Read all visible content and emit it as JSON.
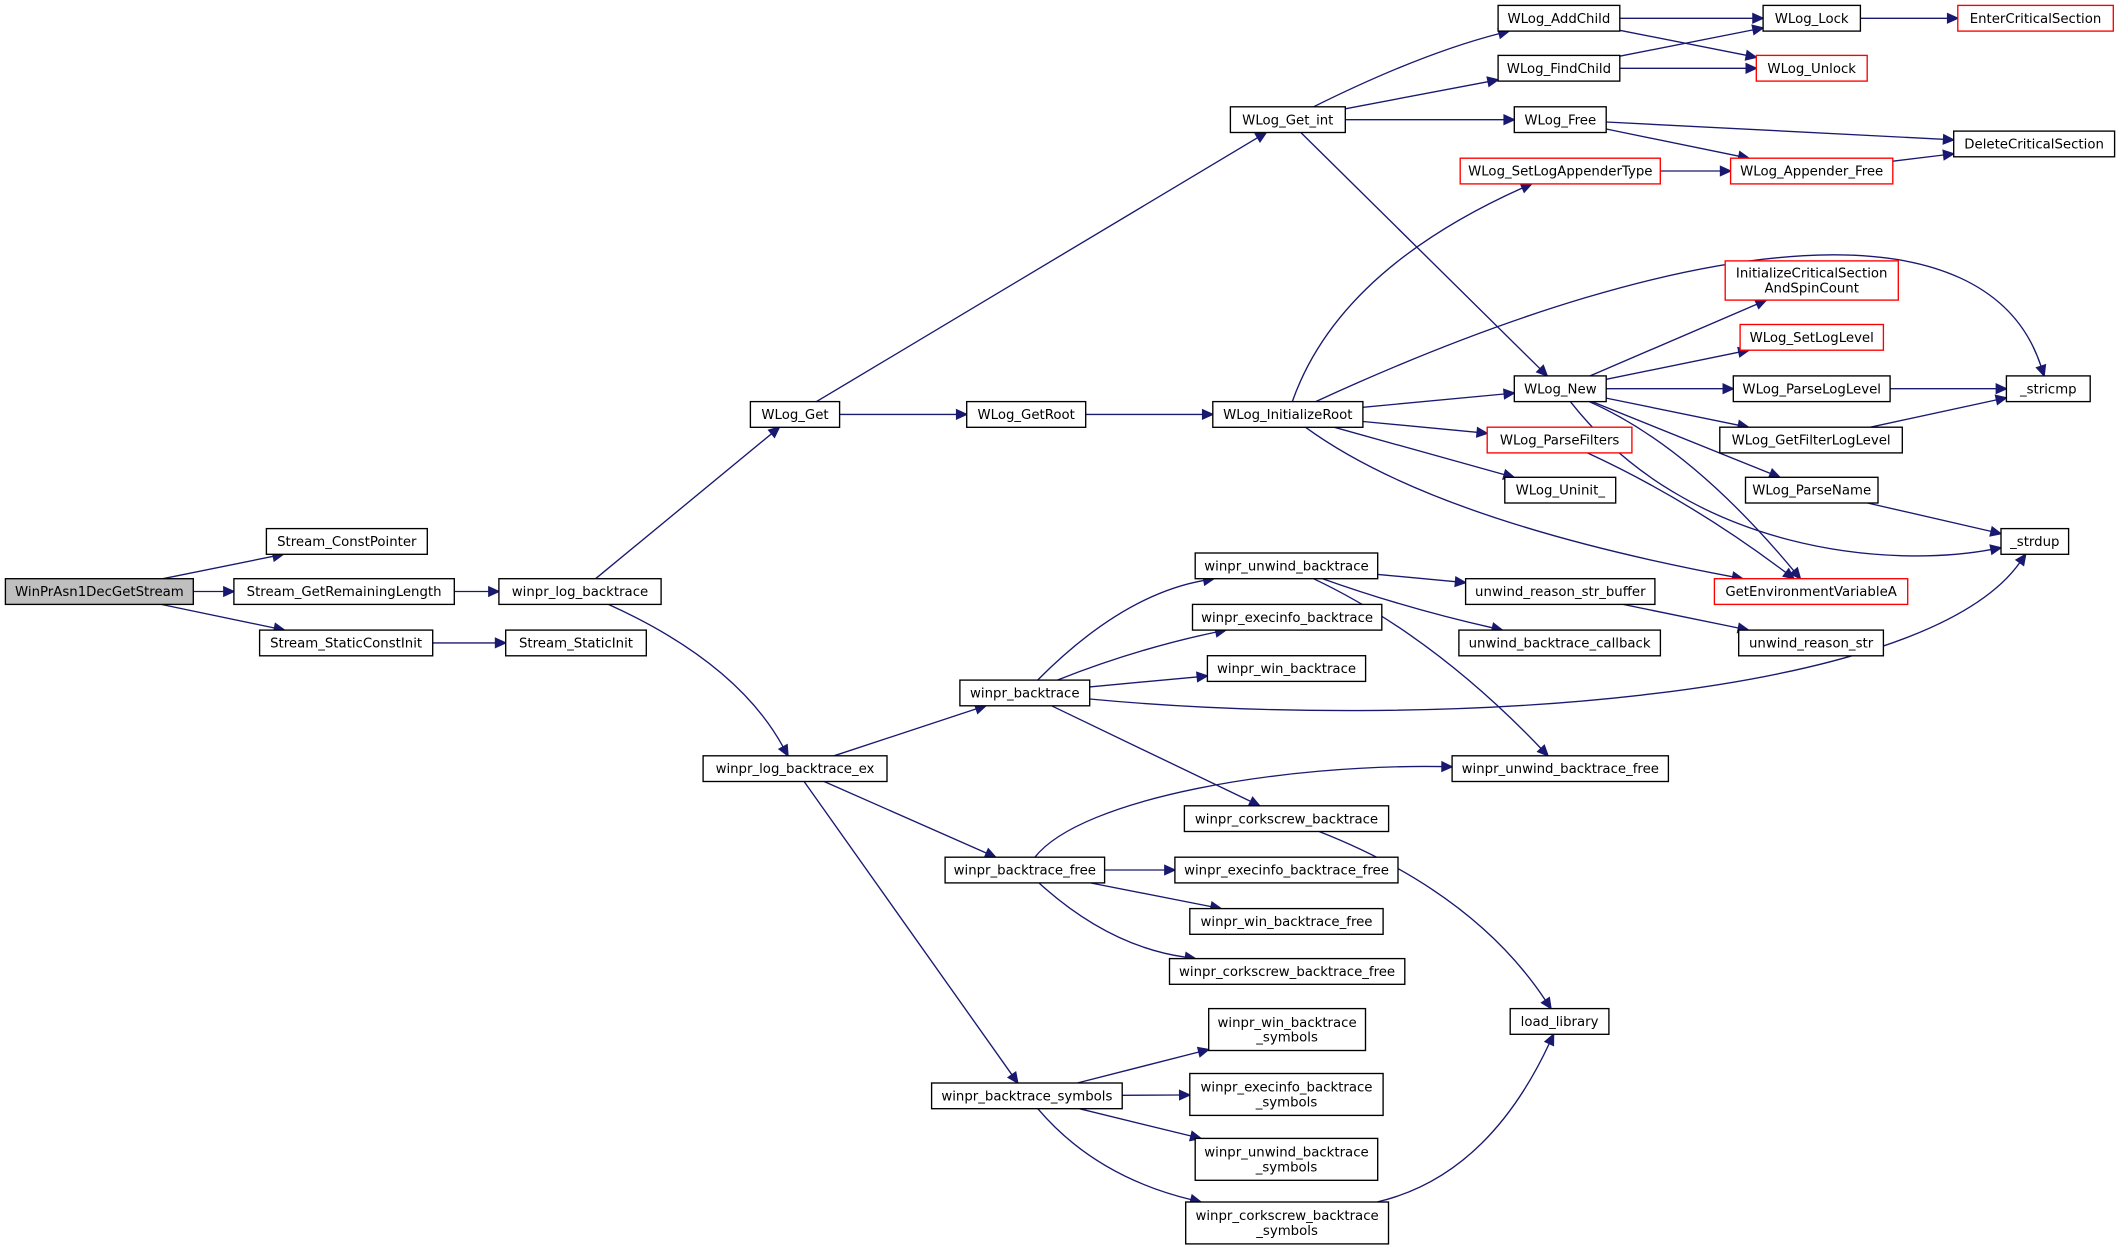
{
  "colors": {
    "edge": "#191970",
    "node_border": "#000000",
    "node_border_external": "#ff0000",
    "node_fill": "#ffffff",
    "root_fill": "#bfbfbf",
    "text": "#000000"
  },
  "nodes": [
    {
      "id": "n_root",
      "lines": [
        "WinPrAsn1DecGetStream"
      ],
      "style": "root"
    },
    {
      "id": "n_scp",
      "lines": [
        "Stream_ConstPointer"
      ],
      "style": "normal"
    },
    {
      "id": "n_sgrl",
      "lines": [
        "Stream_GetRemainingLength"
      ],
      "style": "normal"
    },
    {
      "id": "n_ssci",
      "lines": [
        "Stream_StaticConstInit"
      ],
      "style": "normal"
    },
    {
      "id": "n_ssi",
      "lines": [
        "Stream_StaticInit"
      ],
      "style": "normal"
    },
    {
      "id": "n_wlb",
      "lines": [
        "winpr_log_backtrace"
      ],
      "style": "normal"
    },
    {
      "id": "n_wlbe",
      "lines": [
        "winpr_log_backtrace_ex"
      ],
      "style": "normal"
    },
    {
      "id": "n_wlget",
      "lines": [
        "WLog_Get"
      ],
      "style": "normal"
    },
    {
      "id": "n_wlgetroot",
      "lines": [
        "WLog_GetRoot"
      ],
      "style": "normal"
    },
    {
      "id": "n_wlgetint",
      "lines": [
        "WLog_Get_int"
      ],
      "style": "normal"
    },
    {
      "id": "n_wlinitroot",
      "lines": [
        "WLog_InitializeRoot"
      ],
      "style": "normal"
    },
    {
      "id": "n_addchild",
      "lines": [
        "WLog_AddChild"
      ],
      "style": "normal"
    },
    {
      "id": "n_findchild",
      "lines": [
        "WLog_FindChild"
      ],
      "style": "normal"
    },
    {
      "id": "n_wfree",
      "lines": [
        "WLog_Free"
      ],
      "style": "normal"
    },
    {
      "id": "n_setapp",
      "lines": [
        "WLog_SetLogAppenderType"
      ],
      "style": "external"
    },
    {
      "id": "n_lock",
      "lines": [
        "WLog_Lock"
      ],
      "style": "normal"
    },
    {
      "id": "n_unlock",
      "lines": [
        "WLog_Unlock"
      ],
      "style": "external"
    },
    {
      "id": "n_entercs",
      "lines": [
        "EnterCriticalSection"
      ],
      "style": "external"
    },
    {
      "id": "n_appfree",
      "lines": [
        "WLog_Appender_Free"
      ],
      "style": "external"
    },
    {
      "id": "n_delcs",
      "lines": [
        "DeleteCriticalSection"
      ],
      "style": "normal"
    },
    {
      "id": "n_initcs",
      "lines": [
        "InitializeCriticalSection",
        "AndSpinCount"
      ],
      "style": "external"
    },
    {
      "id": "n_setlevel",
      "lines": [
        "WLog_SetLogLevel"
      ],
      "style": "external"
    },
    {
      "id": "n_wnew",
      "lines": [
        "WLog_New"
      ],
      "style": "normal"
    },
    {
      "id": "n_parselevel",
      "lines": [
        "WLog_ParseLogLevel"
      ],
      "style": "normal"
    },
    {
      "id": "n_filterlevel",
      "lines": [
        "WLog_GetFilterLogLevel"
      ],
      "style": "normal"
    },
    {
      "id": "n_stricmp",
      "lines": [
        "_stricmp"
      ],
      "style": "normal"
    },
    {
      "id": "n_parsefilters",
      "lines": [
        "WLog_ParseFilters"
      ],
      "style": "external"
    },
    {
      "id": "n_uninit",
      "lines": [
        "WLog_Uninit_"
      ],
      "style": "normal"
    },
    {
      "id": "n_parsename",
      "lines": [
        "WLog_ParseName"
      ],
      "style": "normal"
    },
    {
      "id": "n_strdup",
      "lines": [
        "_strdup"
      ],
      "style": "normal"
    },
    {
      "id": "n_getenv",
      "lines": [
        "GetEnvironmentVariableA"
      ],
      "style": "external"
    },
    {
      "id": "n_unwind",
      "lines": [
        "winpr_unwind_backtrace"
      ],
      "style": "normal"
    },
    {
      "id": "n_urbuf",
      "lines": [
        "unwind_reason_str_buffer"
      ],
      "style": "normal"
    },
    {
      "id": "n_ubcb",
      "lines": [
        "unwind_backtrace_callback"
      ],
      "style": "normal"
    },
    {
      "id": "n_urstr",
      "lines": [
        "unwind_reason_str"
      ],
      "style": "normal"
    },
    {
      "id": "n_execinfo",
      "lines": [
        "winpr_execinfo_backtrace"
      ],
      "style": "normal"
    },
    {
      "id": "n_winbt",
      "lines": [
        "winpr_win_backtrace"
      ],
      "style": "normal"
    },
    {
      "id": "n_backtrace",
      "lines": [
        "winpr_backtrace"
      ],
      "style": "normal"
    },
    {
      "id": "n_unwindfree",
      "lines": [
        "winpr_unwind_backtrace_free"
      ],
      "style": "normal"
    },
    {
      "id": "n_corkscrew",
      "lines": [
        "winpr_corkscrew_backtrace"
      ],
      "style": "normal"
    },
    {
      "id": "n_btfree",
      "lines": [
        "winpr_backtrace_free"
      ],
      "style": "normal"
    },
    {
      "id": "n_execfree",
      "lines": [
        "winpr_execinfo_backtrace_free"
      ],
      "style": "normal"
    },
    {
      "id": "n_winfree",
      "lines": [
        "winpr_win_backtrace_free"
      ],
      "style": "normal"
    },
    {
      "id": "n_corkfree",
      "lines": [
        "winpr_corkscrew_backtrace_free"
      ],
      "style": "normal"
    },
    {
      "id": "n_loadlib",
      "lines": [
        "load_library"
      ],
      "style": "normal"
    },
    {
      "id": "n_winsym",
      "lines": [
        "winpr_win_backtrace",
        "_symbols"
      ],
      "style": "normal"
    },
    {
      "id": "n_btsym",
      "lines": [
        "winpr_backtrace_symbols"
      ],
      "style": "normal"
    },
    {
      "id": "n_execsym",
      "lines": [
        "winpr_execinfo_backtrace",
        "_symbols"
      ],
      "style": "normal"
    },
    {
      "id": "n_unwindsym",
      "lines": [
        "winpr_unwind_backtrace",
        "_symbols"
      ],
      "style": "normal"
    },
    {
      "id": "n_corksym",
      "lines": [
        "winpr_corkscrew_backtrace",
        "_symbols"
      ],
      "style": "normal"
    }
  ],
  "edges": [
    [
      "n_root",
      "n_scp"
    ],
    [
      "n_root",
      "n_sgrl"
    ],
    [
      "n_root",
      "n_ssci"
    ],
    [
      "n_sgrl",
      "n_wlb"
    ],
    [
      "n_ssci",
      "n_ssi"
    ],
    [
      "n_wlb",
      "n_wlget"
    ],
    [
      "n_wlb",
      "n_wlbe"
    ],
    [
      "n_wlget",
      "n_wlgetint"
    ],
    [
      "n_wlget",
      "n_wlgetroot"
    ],
    [
      "n_wlgetroot",
      "n_wlinitroot"
    ],
    [
      "n_wlgetint",
      "n_addchild"
    ],
    [
      "n_wlgetint",
      "n_findchild"
    ],
    [
      "n_wlgetint",
      "n_wfree"
    ],
    [
      "n_wlgetint",
      "n_wnew"
    ],
    [
      "n_addchild",
      "n_lock"
    ],
    [
      "n_addchild",
      "n_unlock"
    ],
    [
      "n_findchild",
      "n_lock"
    ],
    [
      "n_findchild",
      "n_unlock"
    ],
    [
      "n_lock",
      "n_entercs"
    ],
    [
      "n_wfree",
      "n_delcs"
    ],
    [
      "n_wfree",
      "n_appfree"
    ],
    [
      "n_appfree",
      "n_delcs"
    ],
    [
      "n_setapp",
      "n_appfree"
    ],
    [
      "n_wlinitroot",
      "n_setapp"
    ],
    [
      "n_wlinitroot",
      "n_stricmp"
    ],
    [
      "n_wlinitroot",
      "n_wnew"
    ],
    [
      "n_wlinitroot",
      "n_parsefilters"
    ],
    [
      "n_wlinitroot",
      "n_uninit"
    ],
    [
      "n_wlinitroot",
      "n_getenv"
    ],
    [
      "n_wnew",
      "n_initcs"
    ],
    [
      "n_wnew",
      "n_setlevel"
    ],
    [
      "n_wnew",
      "n_parselevel"
    ],
    [
      "n_wnew",
      "n_filterlevel"
    ],
    [
      "n_wnew",
      "n_parsename"
    ],
    [
      "n_wnew",
      "n_strdup"
    ],
    [
      "n_wnew",
      "n_getenv"
    ],
    [
      "n_parselevel",
      "n_stricmp"
    ],
    [
      "n_filterlevel",
      "n_stricmp"
    ],
    [
      "n_parsename",
      "n_strdup"
    ],
    [
      "n_parsefilters",
      "n_getenv"
    ],
    [
      "n_wlbe",
      "n_backtrace"
    ],
    [
      "n_wlbe",
      "n_btfree"
    ],
    [
      "n_wlbe",
      "n_btsym"
    ],
    [
      "n_backtrace",
      "n_unwind"
    ],
    [
      "n_backtrace",
      "n_execinfo"
    ],
    [
      "n_backtrace",
      "n_winbt"
    ],
    [
      "n_backtrace",
      "n_corkscrew"
    ],
    [
      "n_backtrace",
      "n_strdup"
    ],
    [
      "n_unwind",
      "n_urbuf"
    ],
    [
      "n_unwind",
      "n_ubcb"
    ],
    [
      "n_unwind",
      "n_unwindfree"
    ],
    [
      "n_urbuf",
      "n_urstr"
    ],
    [
      "n_corkscrew",
      "n_loadlib"
    ],
    [
      "n_btfree",
      "n_unwindfree"
    ],
    [
      "n_btfree",
      "n_execfree"
    ],
    [
      "n_btfree",
      "n_winfree"
    ],
    [
      "n_btfree",
      "n_corkfree"
    ],
    [
      "n_btsym",
      "n_winsym"
    ],
    [
      "n_btsym",
      "n_execsym"
    ],
    [
      "n_btsym",
      "n_unwindsym"
    ],
    [
      "n_btsym",
      "n_corksym"
    ],
    [
      "n_corksym",
      "n_loadlib"
    ]
  ]
}
